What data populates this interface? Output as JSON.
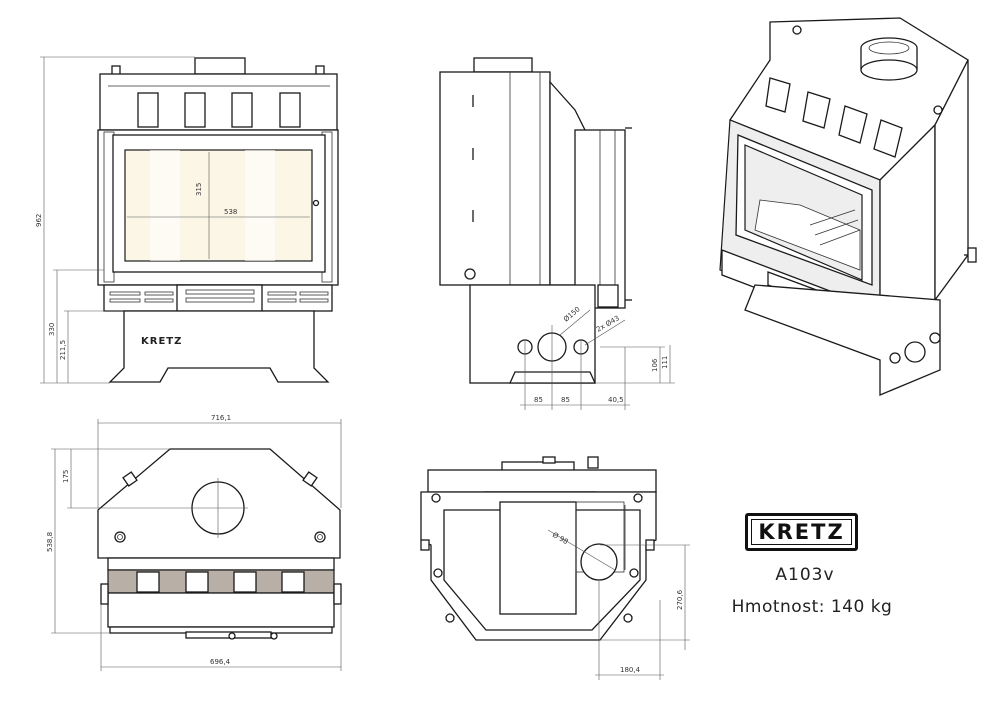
{
  "brand": "KRETZ",
  "model": "A103v",
  "weight_label": "Hmotnost: 140 kg",
  "front_view": {
    "height_total": "962",
    "height_base": "330",
    "height_outlet": "211,5",
    "glass_height": "315",
    "glass_width": "538",
    "plate_brand": "KRETZ"
  },
  "side_view": {
    "outlet_diameter": "Ø150",
    "side_holes": "2x Ø43",
    "dim_106": "106",
    "dim_111": "111",
    "dim_85a": "85",
    "dim_85b": "85",
    "dim_40_5": "40,5"
  },
  "top_view": {
    "width_top": "716,1",
    "depth": "538,8",
    "dim_175": "175",
    "width_bottom": "696,4"
  },
  "bottom_view": {
    "hole_diameter": "Ø 98",
    "dim_270_6": "270,6",
    "dim_180_4": "180,4"
  }
}
